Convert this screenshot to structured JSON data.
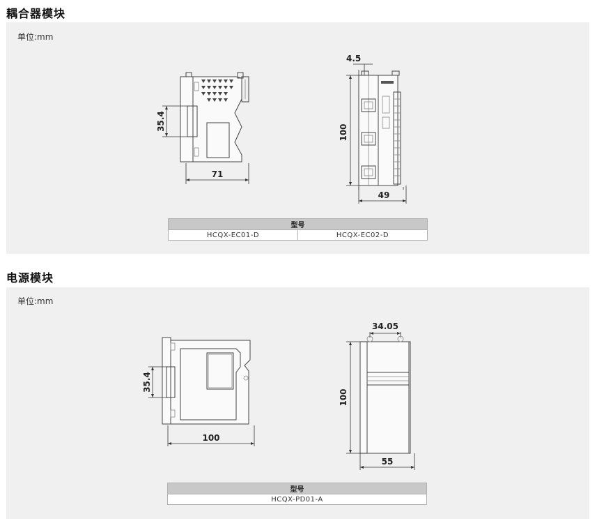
{
  "coupler": {
    "title": "耦合器模块",
    "unit": "单位:mm",
    "dims": {
      "side_width": "71",
      "side_height": "35.4",
      "front_height": "100",
      "front_width": "49",
      "front_top": "4.5"
    },
    "table": {
      "header": "型号",
      "models": [
        "HCQX-EC01-D",
        "HCQX-EC02-D"
      ]
    }
  },
  "power": {
    "title": "电源模块",
    "unit": "单位:mm",
    "dims": {
      "side_width": "100",
      "side_height": "35.4",
      "front_height": "100",
      "front_width": "55",
      "front_top": "34.05"
    },
    "table": {
      "header": "型号",
      "models": [
        "HCQX-PD01-A"
      ]
    }
  }
}
